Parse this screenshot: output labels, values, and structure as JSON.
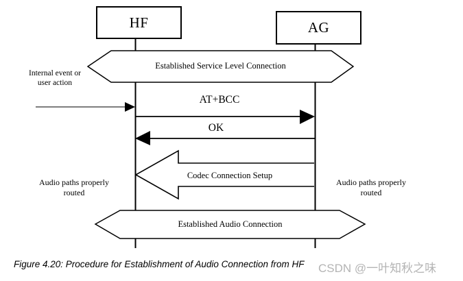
{
  "diagram": {
    "participants": [
      {
        "id": "hf",
        "label": "HF"
      },
      {
        "id": "ag",
        "label": "AG"
      }
    ],
    "banners": [
      {
        "label": "Established Service Level Connection"
      },
      {
        "label": "Established Audio Connection"
      }
    ],
    "messages": [
      {
        "label": "AT+BCC",
        "from": "HF",
        "to": "AG",
        "style": "solid-arrow"
      },
      {
        "label": "OK",
        "from": "AG",
        "to": "HF",
        "style": "solid-arrow"
      },
      {
        "label": "Codec Connection Setup",
        "from": "AG",
        "to": "HF",
        "style": "open-block-arrow"
      }
    ],
    "annotations": {
      "internal_event": "Internal event or\nuser action",
      "audio_routed_left": "Audio paths properly\nrouted",
      "audio_routed_right": "Audio paths properly\nrouted"
    },
    "colors": {
      "line": "#000000",
      "event_arrow_line": "#7d7d7d",
      "fill": "#ffffff",
      "watermark": "#b4b4b4"
    }
  },
  "caption": "Figure 4.20: Procedure for Establishment of Audio Connection from HF",
  "watermark": "CSDN @一叶知秋之味"
}
